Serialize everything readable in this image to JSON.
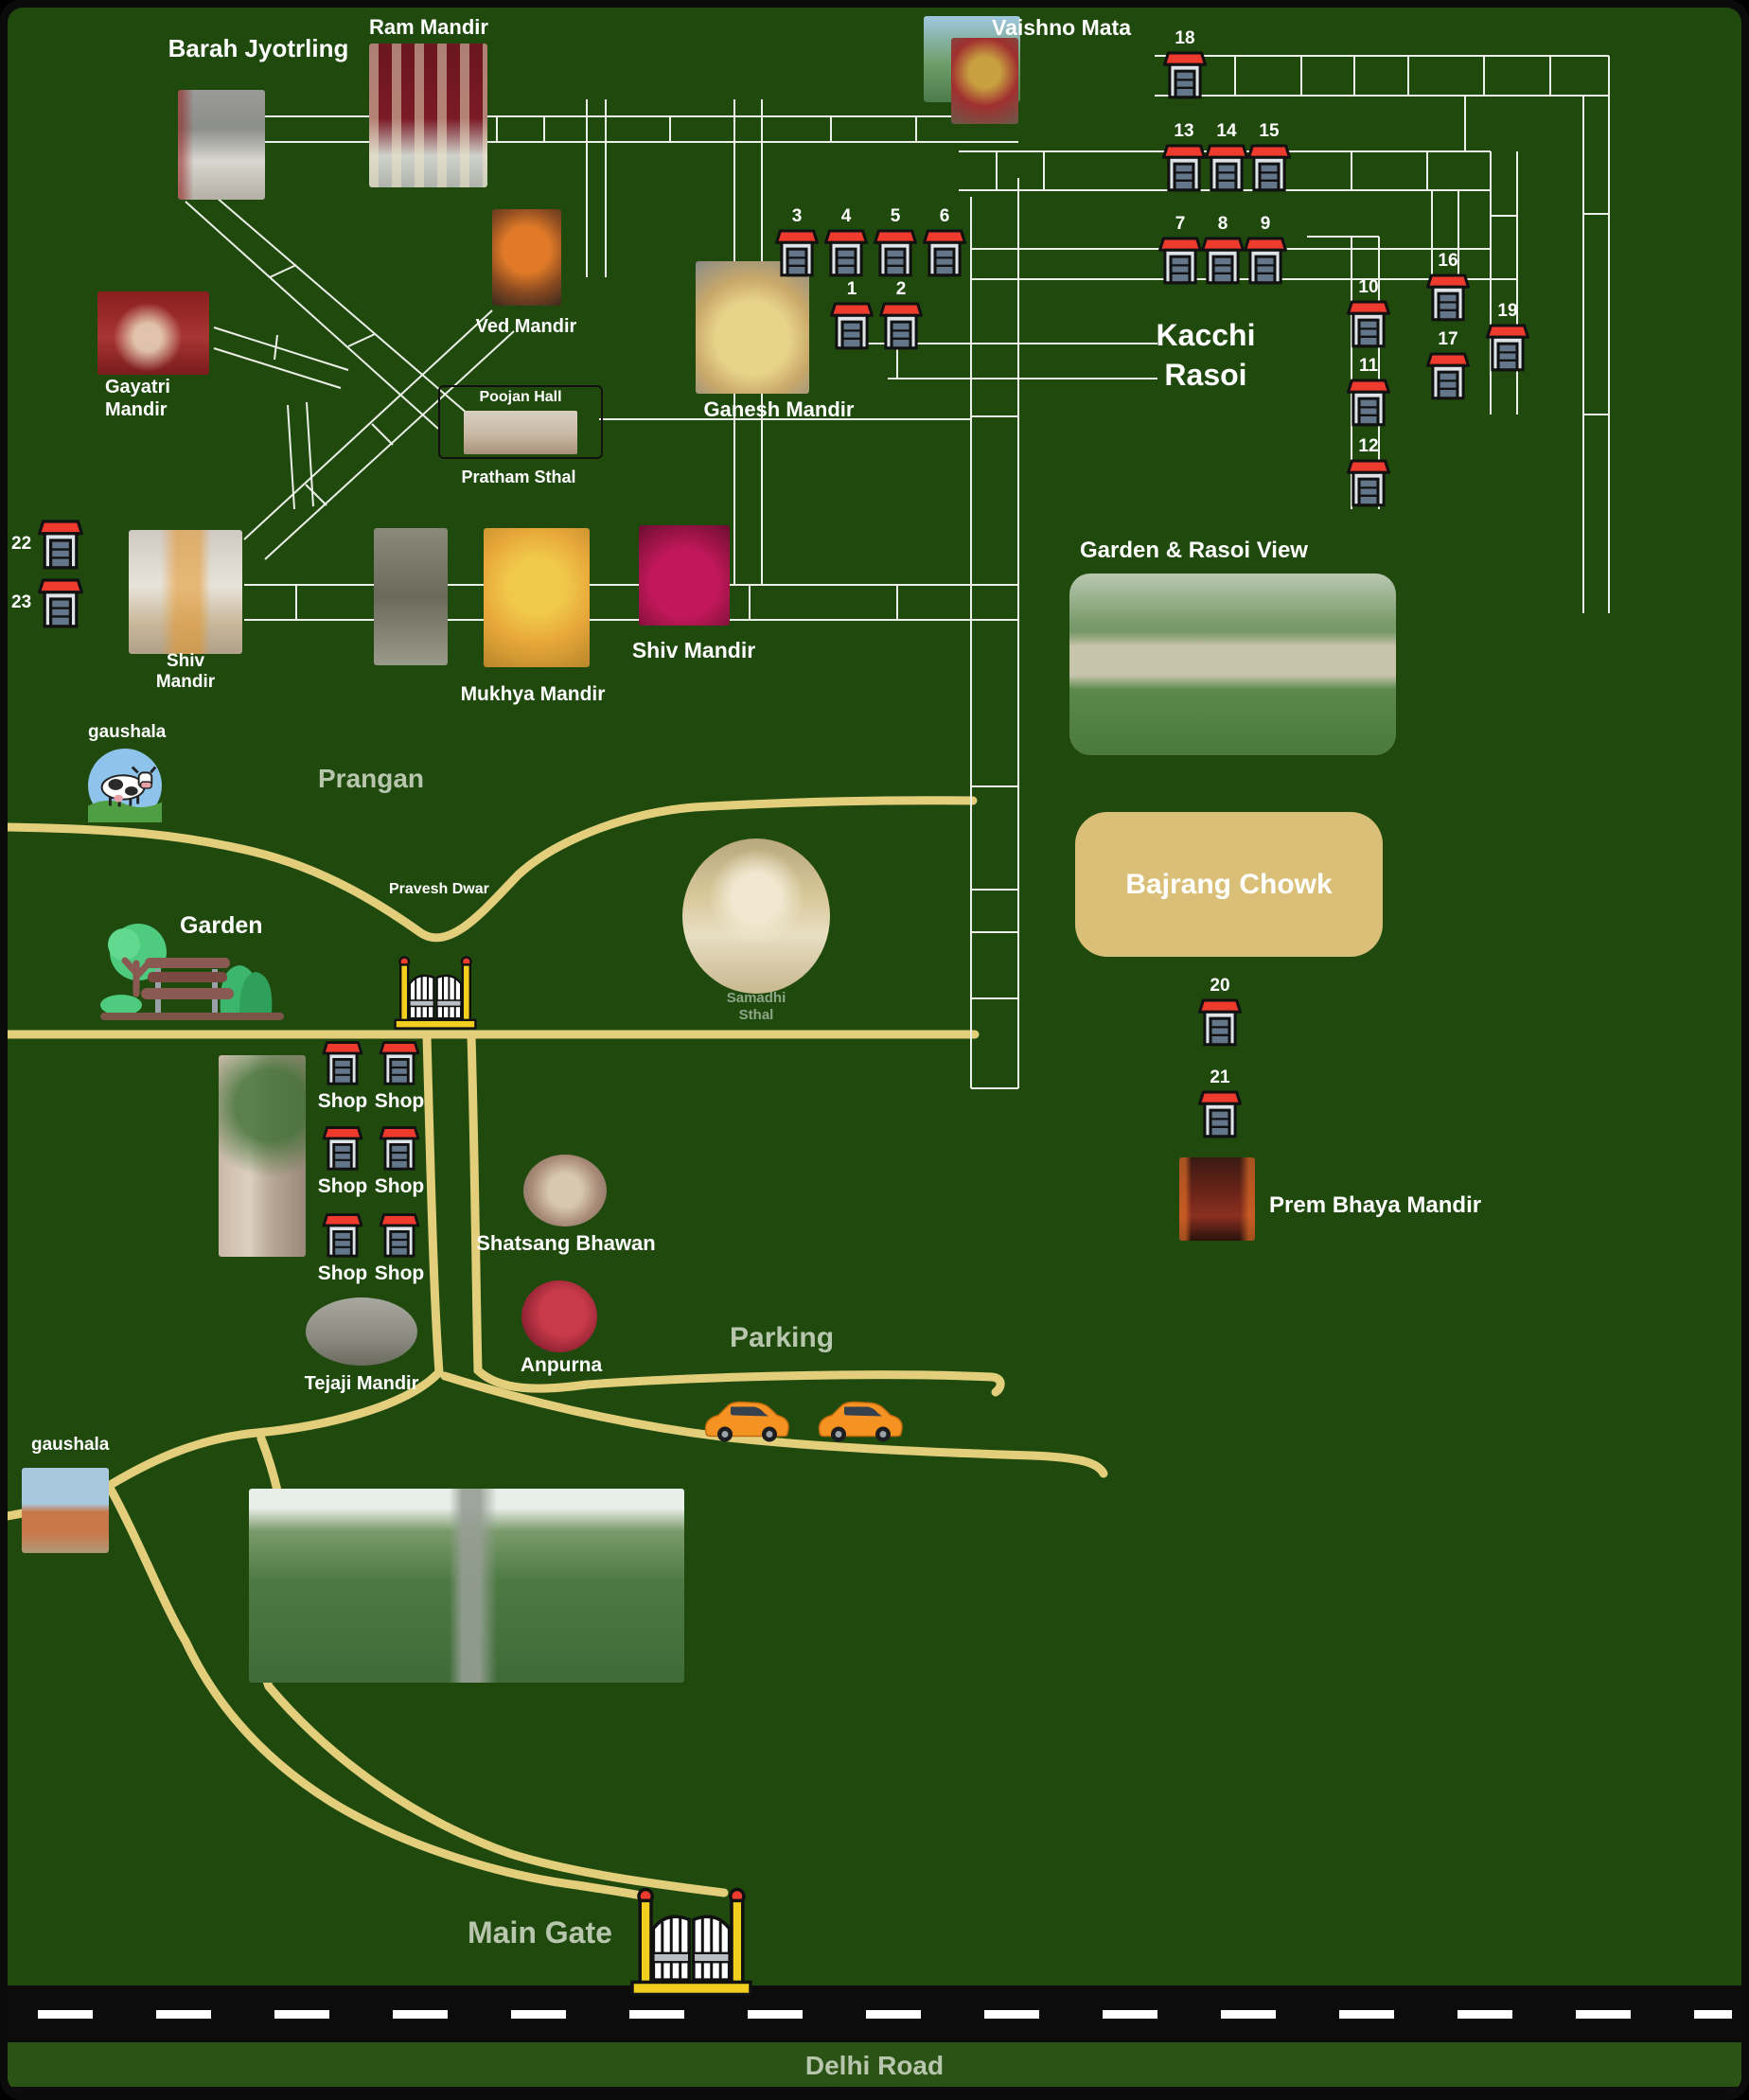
{
  "colors": {
    "background_green": "#20490e",
    "frame_black": "#0b0b0b",
    "road_white": "#ecf0e8",
    "road_tan": "#e3cf7b",
    "shop_awning_red": "#ee3b2e",
    "chowk_fill": "#d9bf77",
    "muted_label": "#b7c6ad",
    "samadhi_label": "#8da687",
    "gate_yellow": "#f2cf1f",
    "car_orange": "#f59322"
  },
  "labels": {
    "ram_mandir": "Ram Mandir",
    "barah_jyotrling": "Barah Jyotrling",
    "vaishno_mata": "Vaishno Mata",
    "ved_mandir": "Ved Mandir",
    "gayatri_mandir": "Gayatri\nMandir",
    "poojan_hall": "Poojan Hall",
    "pratham_sthal": "Pratham Sthal",
    "ganesh_mandir": "Ganesh Mandir",
    "kacchi_rasoi": "Kacchi\nRasoi",
    "shiv_mandir_left": "Shiv\nMandir",
    "mukhya_mandir": "Mukhya Mandir",
    "shiv_mandir_right": "Shiv Mandir",
    "garden_rasoi_view": "Garden & Rasoi View",
    "gaushala_top": "gaushala",
    "prangan": "Prangan",
    "pravesh_dwar": "Pravesh Dwar",
    "samadhi_sthal": "Samadhi\nSthal",
    "bajrang_chowk": "Bajrang\nChowk",
    "prem_bhaya_mandir": "Prem Bhaya Mandir",
    "shop": "Shop",
    "tejaji_mandir": "Tejaji Mandir",
    "shatsang_bhawan": "Shatsang Bhawan",
    "anpurna": "Anpurna",
    "parking": "Parking",
    "garden": "Garden",
    "gaushala_bottom": "gaushala",
    "main_gate": "Main Gate",
    "delhi_road": "Delhi Road"
  },
  "numbered_shops": [
    {
      "number": "1"
    },
    {
      "number": "2"
    },
    {
      "number": "3"
    },
    {
      "number": "4"
    },
    {
      "number": "5"
    },
    {
      "number": "6"
    },
    {
      "number": "7"
    },
    {
      "number": "8"
    },
    {
      "number": "9"
    },
    {
      "number": "10"
    },
    {
      "number": "11"
    },
    {
      "number": "12"
    },
    {
      "number": "13"
    },
    {
      "number": "14"
    },
    {
      "number": "15"
    },
    {
      "number": "16"
    },
    {
      "number": "17"
    },
    {
      "number": "18"
    },
    {
      "number": "19"
    },
    {
      "number": "20"
    },
    {
      "number": "21"
    },
    {
      "number": "22"
    },
    {
      "number": "23"
    }
  ]
}
